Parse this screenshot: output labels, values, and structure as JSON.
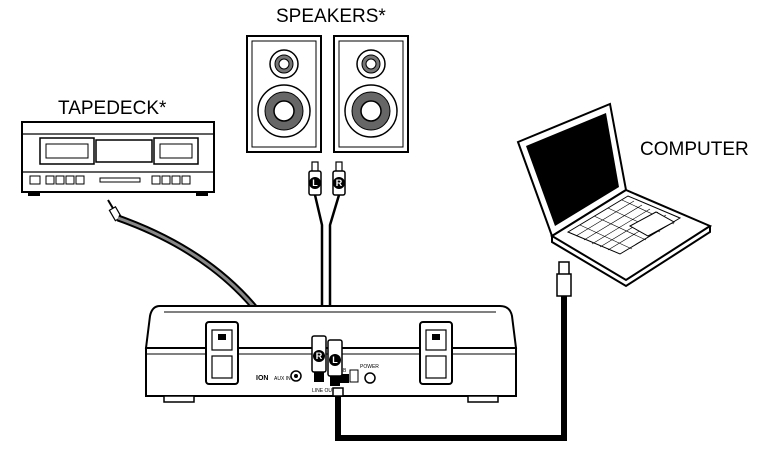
{
  "labels": {
    "speakers": "SPEAKERS*",
    "tapedeck": "TAPEDECK*",
    "computer": "COMPUTER"
  },
  "rca_marks": {
    "left": "L",
    "right": "R"
  },
  "turntable_panel": {
    "brand": "ION",
    "aux_in": "AUX IN",
    "line_out": "LINE OUT",
    "usb": "USB",
    "power": "POWER"
  },
  "colors": {
    "line": "#000000",
    "fill": "#ffffff",
    "shade": "#555555"
  }
}
